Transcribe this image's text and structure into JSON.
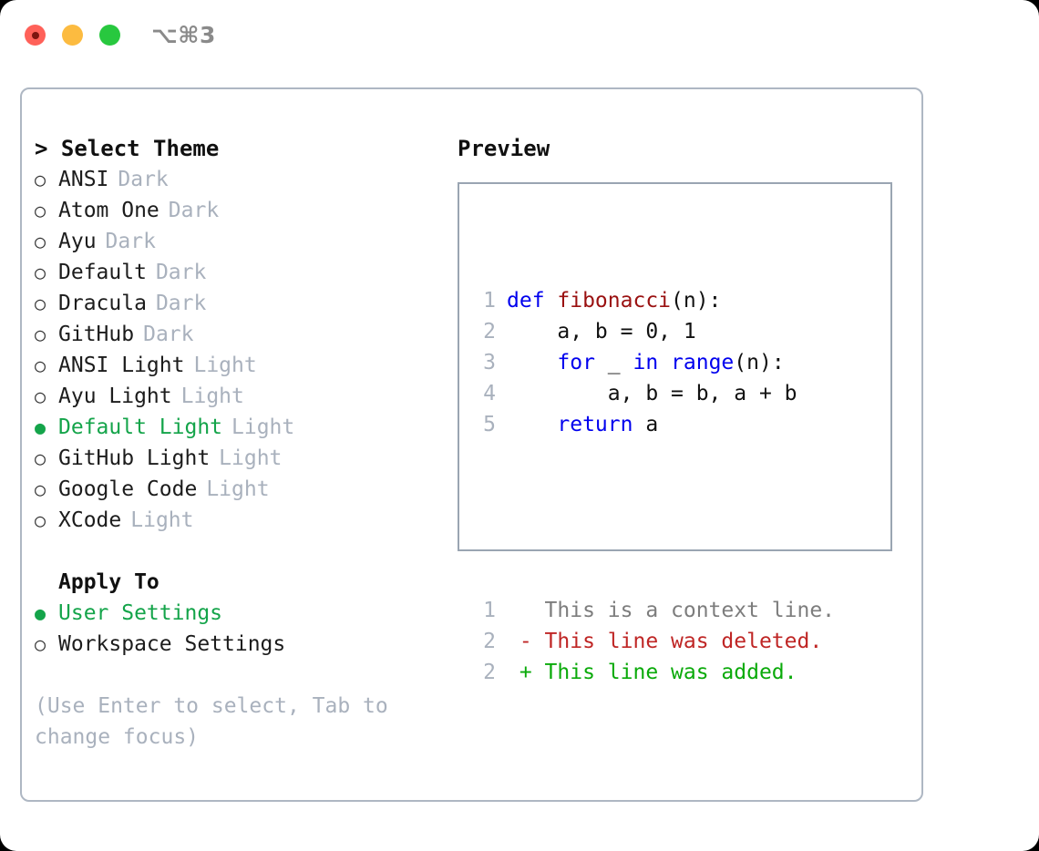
{
  "window": {
    "title": "⌥⌘3",
    "traffic_lights": [
      "close-red",
      "minimize-yellow",
      "maximize-green"
    ]
  },
  "colors": {
    "selected_green": "#14a44a",
    "muted_gray": "#a9b1bd",
    "keyword_blue": "#0000ee",
    "function_red": "#9a1111",
    "diff_removed": "#bf2625",
    "diff_added": "#0aaa0a",
    "panel_border": "#aeb7c3",
    "preview_border": "#9aa5b2"
  },
  "theme_list": {
    "header": "> Select Theme",
    "items": [
      {
        "bullet": "○",
        "label": "ANSI",
        "suffix": "Dark",
        "selected": false
      },
      {
        "bullet": "○",
        "label": "Atom One",
        "suffix": "Dark",
        "selected": false
      },
      {
        "bullet": "○",
        "label": "Ayu",
        "suffix": "Dark",
        "selected": false
      },
      {
        "bullet": "○",
        "label": "Default",
        "suffix": "Dark",
        "selected": false
      },
      {
        "bullet": "○",
        "label": "Dracula",
        "suffix": "Dark",
        "selected": false
      },
      {
        "bullet": "○",
        "label": "GitHub",
        "suffix": "Dark",
        "selected": false
      },
      {
        "bullet": "○",
        "label": "ANSI Light",
        "suffix": "Light",
        "selected": false
      },
      {
        "bullet": "○",
        "label": "Ayu Light",
        "suffix": "Light",
        "selected": false
      },
      {
        "bullet": "●",
        "label": "Default Light",
        "suffix": "Light",
        "selected": true
      },
      {
        "bullet": "○",
        "label": "GitHub Light",
        "suffix": "Light",
        "selected": false
      },
      {
        "bullet": "○",
        "label": "Google Code",
        "suffix": "Light",
        "selected": false
      },
      {
        "bullet": "○",
        "label": "XCode",
        "suffix": "Light",
        "selected": false
      }
    ]
  },
  "apply_to": {
    "header": "Apply To",
    "items": [
      {
        "bullet": "●",
        "label": "User Settings",
        "selected": true
      },
      {
        "bullet": "○",
        "label": "Workspace Settings",
        "selected": false
      }
    ]
  },
  "hint": "(Use Enter to select, Tab to change focus)",
  "preview": {
    "title": "Preview",
    "code_lines": [
      {
        "lineno": "1",
        "tokens": [
          {
            "text": "def ",
            "type": "kw"
          },
          {
            "text": "fibonacci",
            "type": "fn"
          },
          {
            "text": "(n):",
            "type": "pl"
          }
        ]
      },
      {
        "lineno": "2",
        "tokens": [
          {
            "text": "    a, b = 0, 1",
            "type": "pl"
          }
        ]
      },
      {
        "lineno": "3",
        "tokens": [
          {
            "text": "    ",
            "type": "pl"
          },
          {
            "text": "for",
            "type": "kw"
          },
          {
            "text": " _ ",
            "type": "pl"
          },
          {
            "text": "in",
            "type": "kw"
          },
          {
            "text": " ",
            "type": "pl"
          },
          {
            "text": "range",
            "type": "kw"
          },
          {
            "text": "(n):",
            "type": "pl"
          }
        ]
      },
      {
        "lineno": "4",
        "tokens": [
          {
            "text": "        a, b = b, a + b",
            "type": "pl"
          }
        ]
      },
      {
        "lineno": "5",
        "tokens": [
          {
            "text": "    ",
            "type": "pl"
          },
          {
            "text": "return",
            "type": "kw"
          },
          {
            "text": " a",
            "type": "pl"
          }
        ]
      }
    ],
    "diff_lines": [
      {
        "lineno": "1",
        "tokens": [
          {
            "text": "   This is a context line.",
            "type": "dim"
          }
        ]
      },
      {
        "lineno": "2",
        "tokens": [
          {
            "text": " - This line was deleted.",
            "type": "del"
          }
        ]
      },
      {
        "lineno": "2",
        "tokens": [
          {
            "text": " + This line was added.",
            "type": "add"
          }
        ]
      }
    ]
  }
}
